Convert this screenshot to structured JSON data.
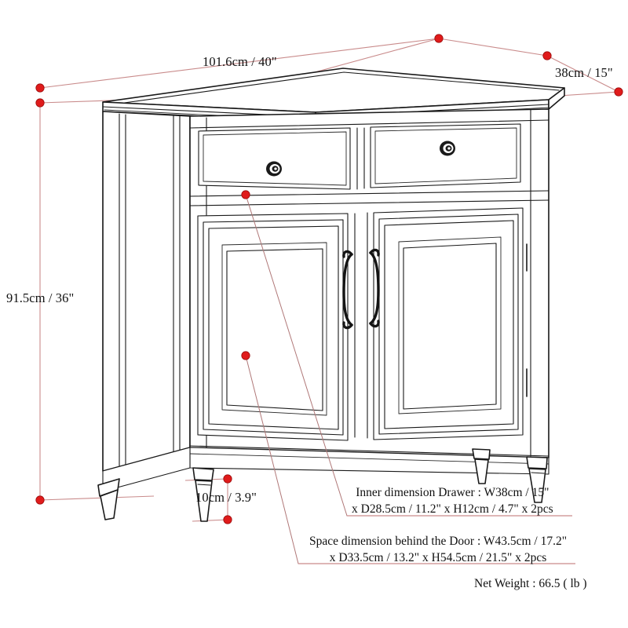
{
  "diagram": {
    "title": "Sideboard cabinet dimension drawing",
    "product": "two-drawer two-door sideboard buffet cabinet"
  },
  "dimensions": {
    "width": "101.6cm / 40\"",
    "depth": "38cm / 15\"",
    "height": "91.5cm / 36\"",
    "leg_height": "10cm / 3.9\""
  },
  "notes": {
    "drawer_line1": "Inner dimension Drawer : W38cm / 15\"",
    "drawer_line2": "x D28.5cm / 11.2\" x H12cm / 4.7\" x 2pcs",
    "door_line1": "Space dimension behind the Door  : W43.5cm / 17.2\"",
    "door_line2": "x D33.5cm / 13.2\" x H54.5cm / 21.5\" x 2pcs",
    "net_weight": "Net Weight : 66.5 ( lb )"
  },
  "colors": {
    "dimension_marker": "#e01b1b",
    "dimension_line": "#c98b8b",
    "outline": "#1a1a1a",
    "background": "#ffffff"
  },
  "parts": {
    "drawer_left": "left drawer",
    "drawer_right": "right drawer",
    "door_left": "left cabinet door",
    "door_right": "right cabinet door",
    "knob_left": "left drawer ring knob",
    "knob_right": "right drawer ring knob",
    "handle_left": "left door pull handle",
    "handle_right": "right door pull handle",
    "top_panel": "cabinet top surface",
    "leg_front_left": "front left tapered leg",
    "leg_front_right": "front right tapered leg",
    "leg_back_left": "back left tapered leg",
    "leg_back_right": "back right tapered leg"
  }
}
